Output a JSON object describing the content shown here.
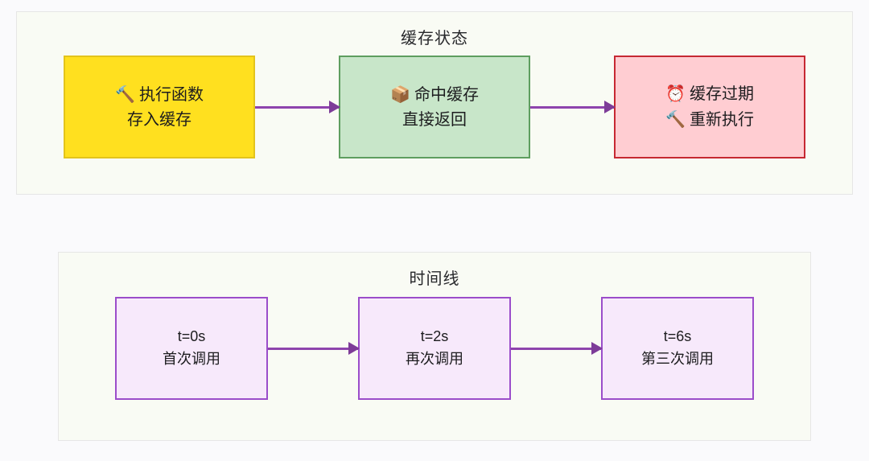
{
  "page": {
    "background_color": "#fafafc"
  },
  "panels": [
    {
      "id": "cache-state",
      "title": "缓存状态",
      "panel_bg": "#f9fbf4",
      "nodes": [
        {
          "id": "exec-store",
          "emoji": "🔨",
          "emoji_name": "hammer-icon",
          "line1": "执行函数",
          "line2": "存入缓存",
          "fill": "#ffe01f",
          "border": "#e3c41c"
        },
        {
          "id": "cache-hit",
          "emoji": "📦",
          "emoji_name": "package-icon",
          "line1": "命中缓存",
          "line2": "直接返回",
          "fill": "#c8e6c9",
          "border": "#5e9e5f"
        },
        {
          "id": "cache-expire",
          "emoji": "⏰",
          "emoji_name": "alarm-clock-icon",
          "emoji2": "🔨",
          "emoji2_name": "hammer-icon",
          "line1": "缓存过期",
          "line2": "重新执行",
          "fill": "#ffcdd2",
          "border": "#c62832"
        }
      ],
      "arrow_color": "#8e44ad"
    },
    {
      "id": "timeline",
      "title": "时间线",
      "panel_bg": "#f9fbf4",
      "nodes": [
        {
          "id": "t0",
          "line1": "t=0s",
          "line2": "首次调用",
          "fill": "#f7e9fb",
          "border": "#9b4dca"
        },
        {
          "id": "t2",
          "line1": "t=2s",
          "line2": "再次调用",
          "fill": "#f7e9fb",
          "border": "#9b4dca"
        },
        {
          "id": "t6",
          "line1": "t=6s",
          "line2": "第三次调用",
          "fill": "#f7e9fb",
          "border": "#9b4dca"
        }
      ],
      "arrow_color": "#8e44ad"
    }
  ]
}
